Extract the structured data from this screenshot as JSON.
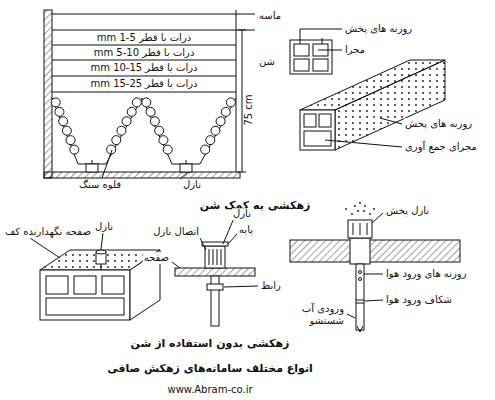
{
  "diagram": {
    "caption": "انواع مختلف سامانه‌های زهکش صافی",
    "labels": [
      "روزنه های پخش",
      "مجرا",
      "روزنه های پخش",
      "مجرای جمع آوری",
      "ماسه",
      "ذرات با قطر mm 1-5",
      "ذرات با قطر mm 5-10",
      "ذرات با قطر mm 10-15",
      "ذرات با قطر mm 15-25",
      "شن",
      "75 cm",
      "قلوه سنگ",
      "نازل",
      "زهکشی به کمک شن",
      "نازل",
      "صفحه نگهدارنده کف",
      "صفحه",
      "اتصال نازل",
      "نازل",
      "پایه",
      "رابط",
      "نازل پخش",
      "روزنه های ورود هوا",
      "شکاف ورود هوا",
      "ورودی آب شستشو",
      "زهکشی بدون استفاده از شن",
      "www.Abram-co.ir"
    ]
  }
}
